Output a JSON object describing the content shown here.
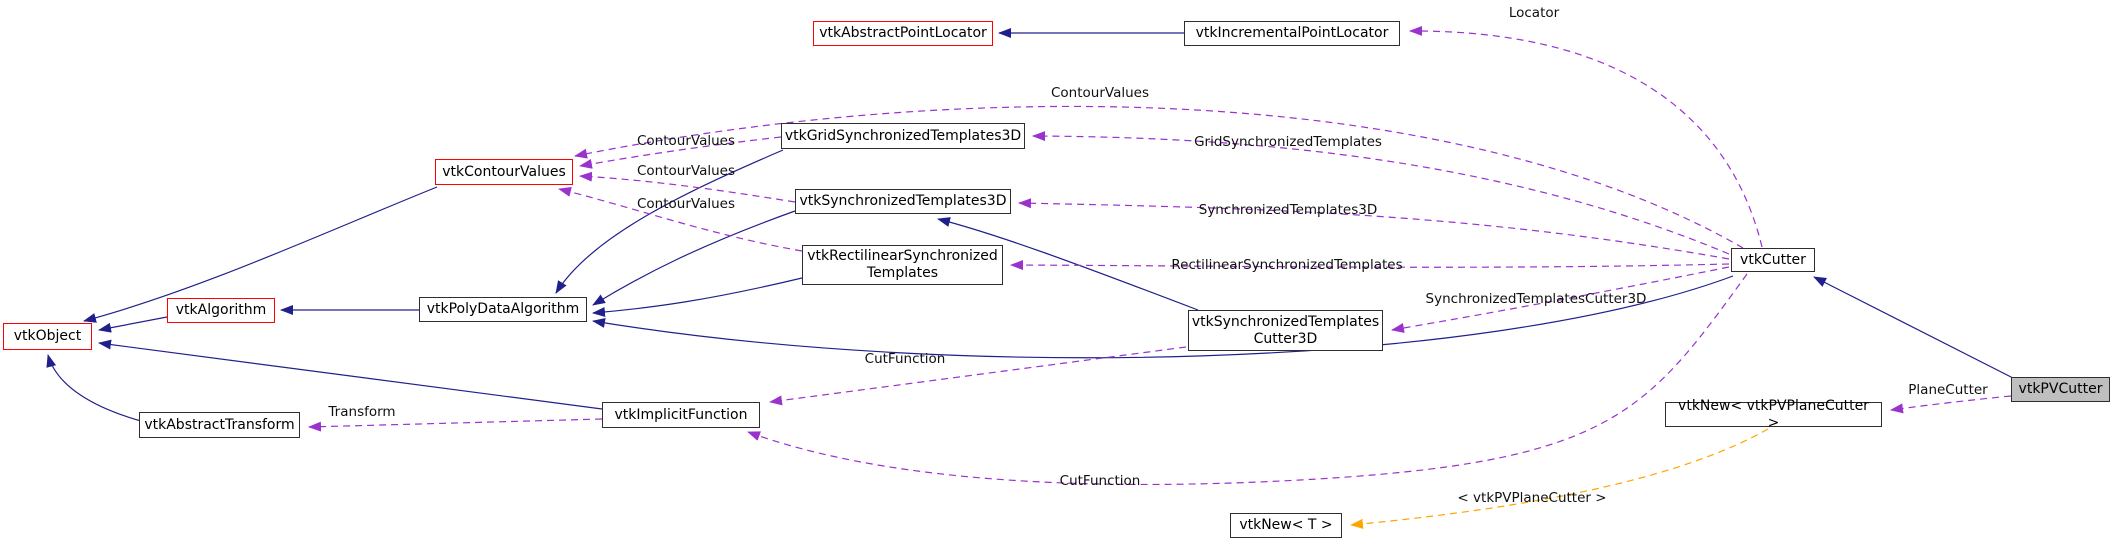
{
  "diagram_type": "doxygen-collaboration-graph",
  "colors": {
    "inheritance_edge": "#20208c",
    "usage_edge": "#9a32cd",
    "template_edge": "#ffa500",
    "node_border": "#2e2e2e",
    "incomplete_node_border": "#ff0000",
    "target_node_fill": "#bfbfbf",
    "node_fill": "#ffffff",
    "background": "#ffffff"
  },
  "nodes": {
    "abstract_point_locator": "vtkAbstractPointLocator",
    "incremental_point_locator": "vtkIncrementalPointLocator",
    "contour_values": "vtkContourValues",
    "grid_synchronized_templates_3d": "vtkGridSynchronizedTemplates3D",
    "synchronized_templates_3d": "vtkSynchronizedTemplates3D",
    "rectilinear_synchronized_templates": "vtkRectilinearSynchronized\nTemplates",
    "poly_data_algorithm": "vtkPolyDataAlgorithm",
    "algorithm": "vtkAlgorithm",
    "object": "vtkObject",
    "abstract_transform": "vtkAbstractTransform",
    "implicit_function": "vtkImplicitFunction",
    "synchronized_templates_cutter_3d": "vtkSynchronizedTemplates\nCutter3D",
    "cutter": "vtkCutter",
    "pv_cutter": "vtkPVCutter",
    "vtk_new_plane_cutter": "vtkNew< vtkPVPlaneCutter >",
    "vtk_new_t": "vtkNew< T >"
  },
  "edge_labels": {
    "locator": "Locator",
    "contour_values_top": "ContourValues",
    "contour_values_grid": "ContourValues",
    "contour_values_sync": "ContourValues",
    "contour_values_rect": "ContourValues",
    "grid_synchronized_templates": "GridSynchronizedTemplates",
    "synchronized_templates_3d": "SynchronizedTemplates3D",
    "rectilinear_synchronized_templates": "RectilinearSynchronizedTemplates",
    "synchronized_templates_cutter_3d": "SynchronizedTemplatesCutter3D",
    "cut_function_upper": "CutFunction",
    "cut_function_lower": "CutFunction",
    "transform": "Transform",
    "plane_cutter": "PlaneCutter",
    "template_instance": "< vtkPVPlaneCutter >"
  }
}
